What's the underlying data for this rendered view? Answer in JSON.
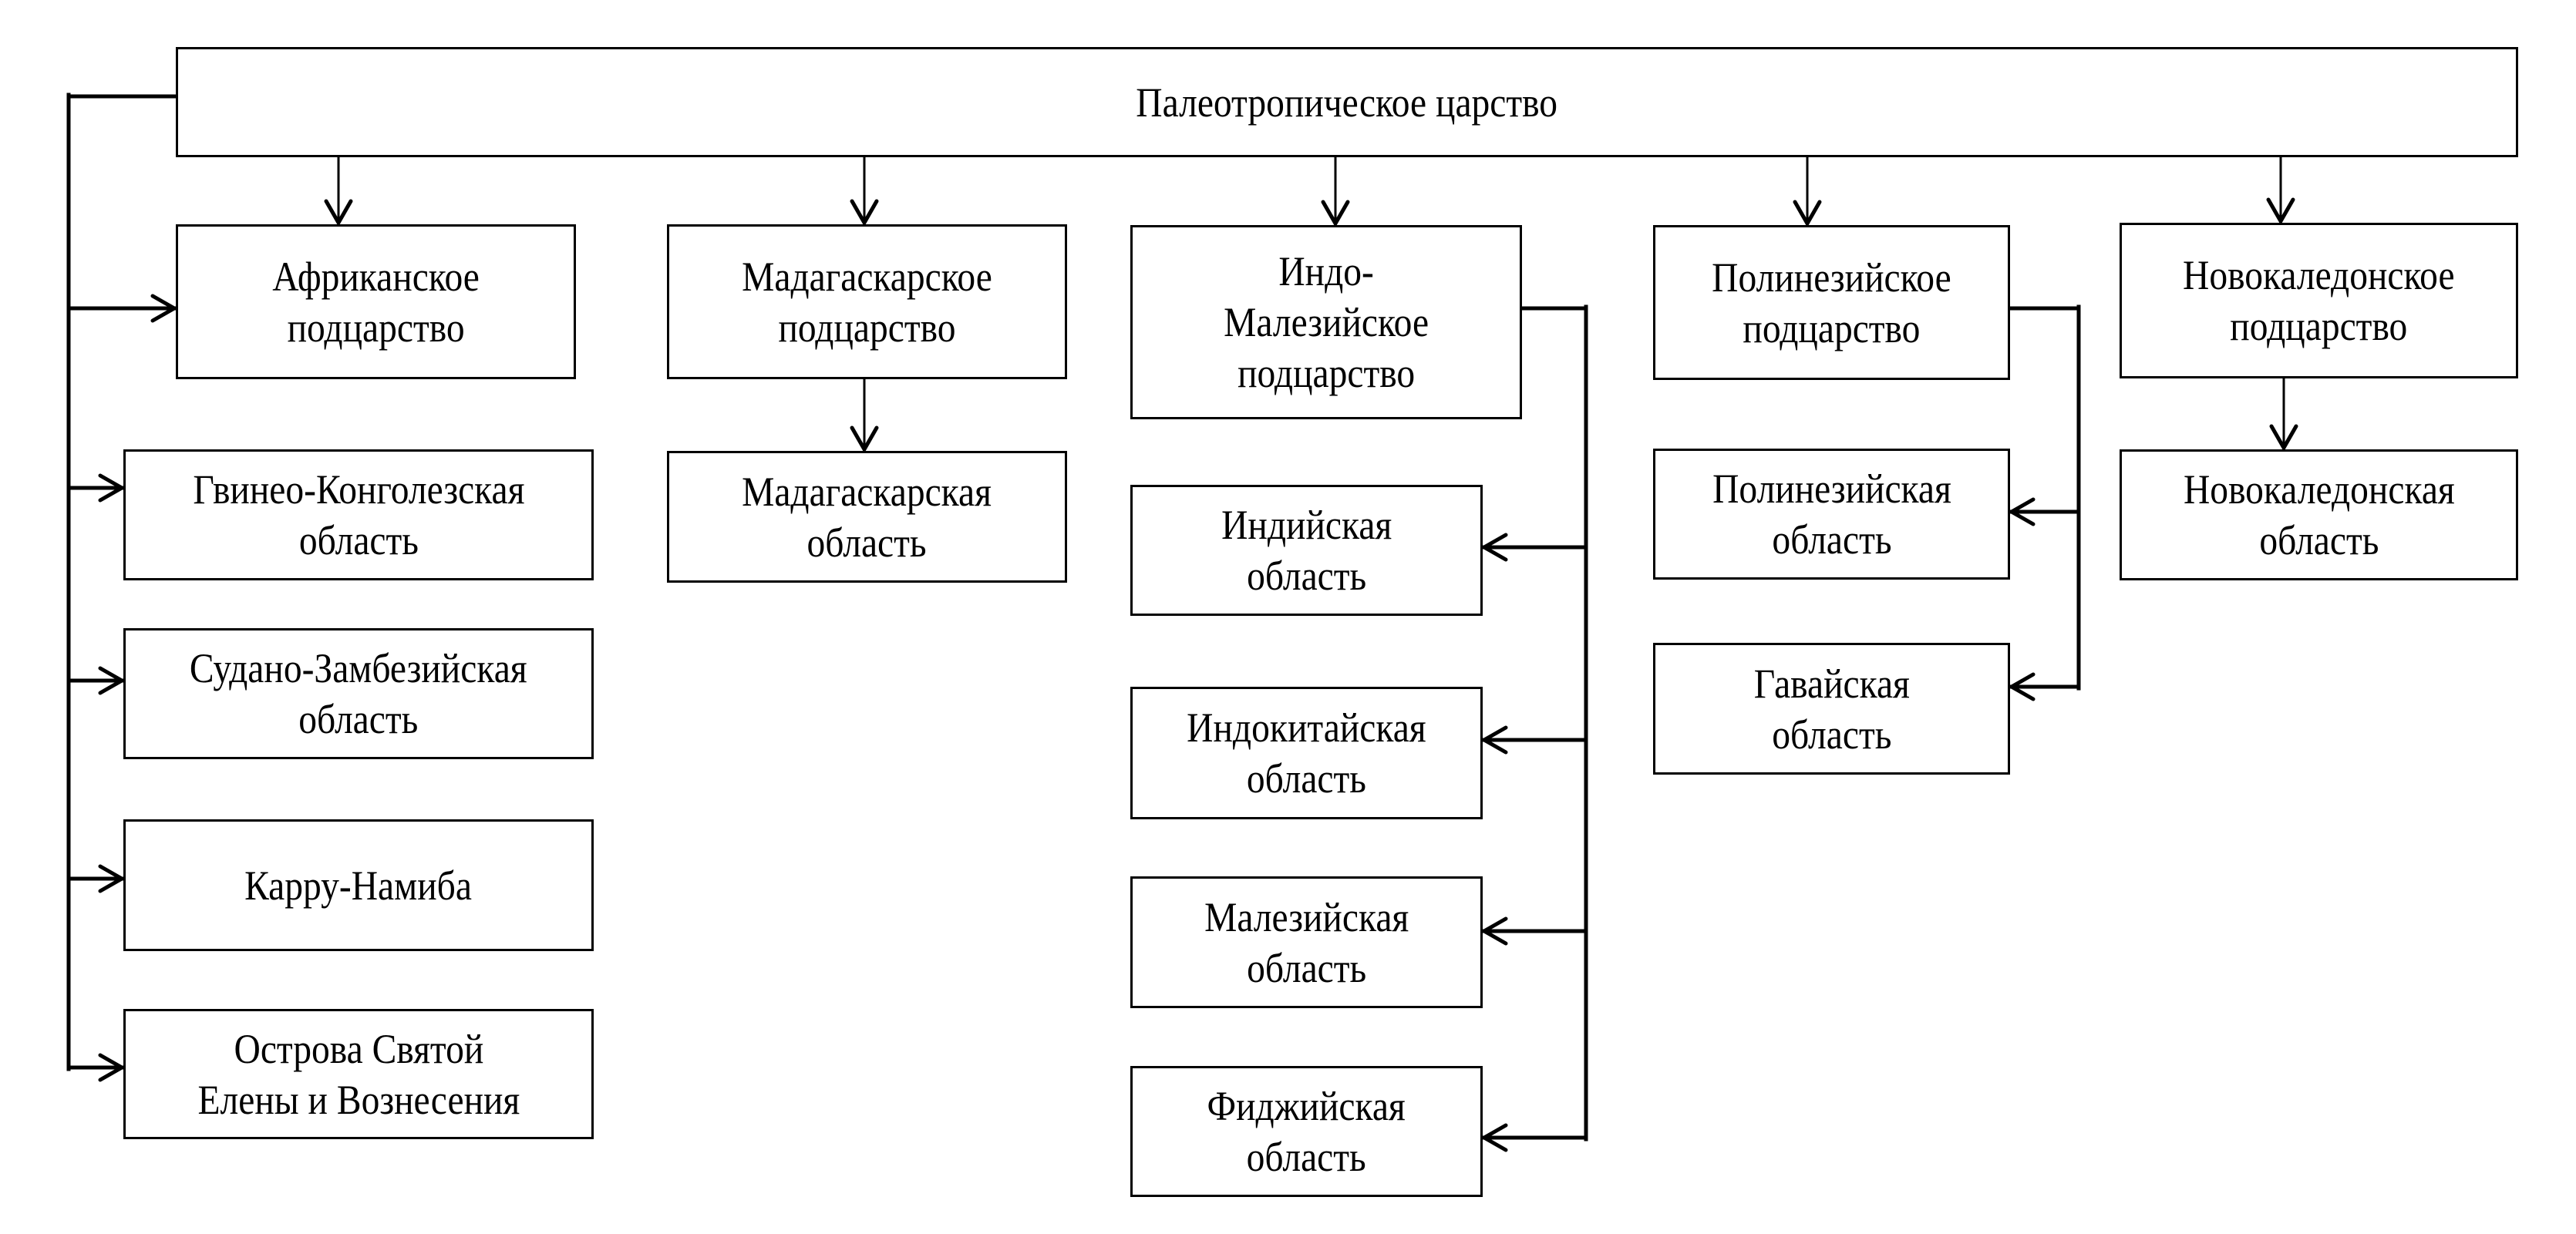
{
  "colors": {
    "line": "#000000",
    "background": "#ffffff"
  },
  "kingdom": {
    "label": "Палеотропическое царство"
  },
  "subkingdoms": [
    {
      "id": "african",
      "label": "Африканское\nподцарство"
    },
    {
      "id": "madagascar",
      "label": "Мадагаскарское\nподцарство"
    },
    {
      "id": "indomalesian",
      "label": "Индо-\nМалезийское\nподцарство"
    },
    {
      "id": "polynesian",
      "label": "Полинезийское\nподцарство"
    },
    {
      "id": "neocaledonian",
      "label": "Новокаледонское\nподцарство"
    }
  ],
  "regions": {
    "african": [
      {
        "label": "Гвинео-Конголезская\nобласть"
      },
      {
        "label": "Судано-Замбезийская\nобласть"
      },
      {
        "label": "Карру-Намиба"
      },
      {
        "label": "Острова Святой\nЕлены и Вознесения"
      }
    ],
    "madagascar": [
      {
        "label": "Мадагаскарская\nобласть"
      }
    ],
    "indomalesian": [
      {
        "label": "Индийская\nобласть"
      },
      {
        "label": "Индокитайская\nобласть"
      },
      {
        "label": "Малезийская\nобласть"
      },
      {
        "label": "Фиджийская\nобласть"
      }
    ],
    "polynesian": [
      {
        "label": "Полинезийская\nобласть"
      },
      {
        "label": "Гавайская\nобласть"
      }
    ],
    "neocaledonian": [
      {
        "label": "Новокаледонская\nобласть"
      }
    ]
  }
}
